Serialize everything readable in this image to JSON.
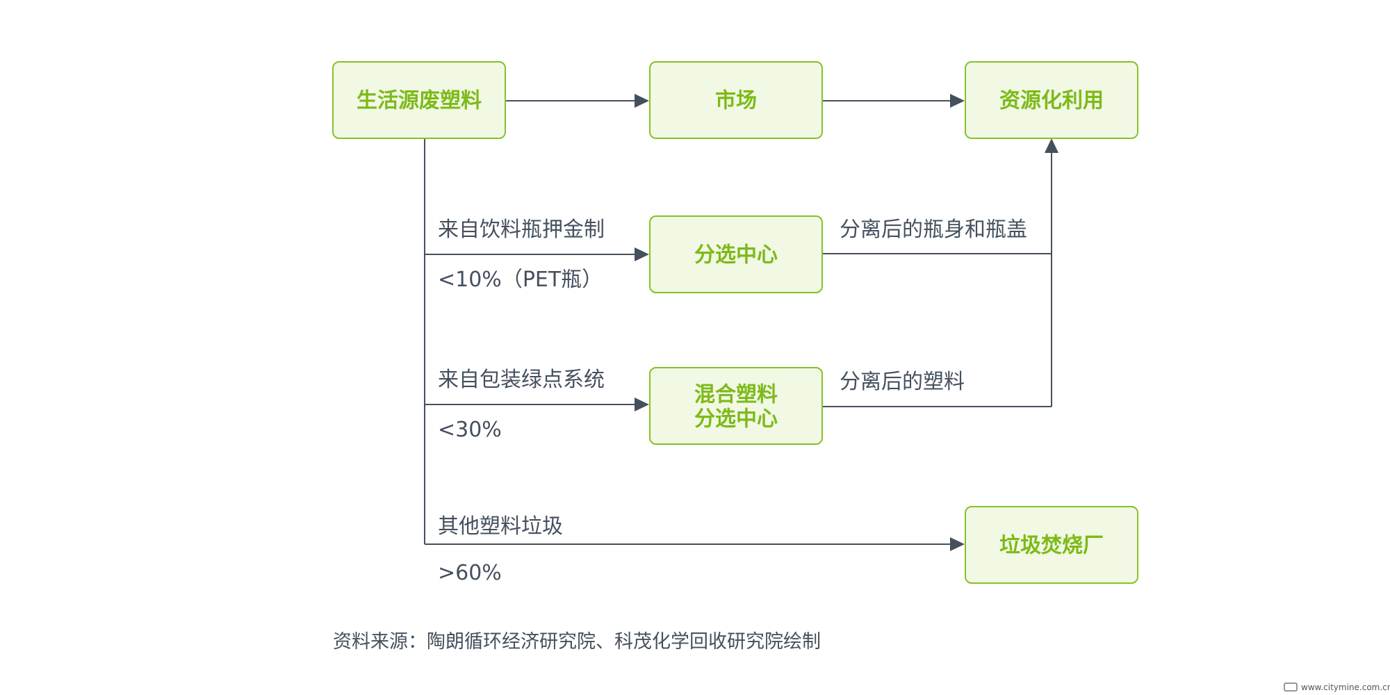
{
  "nodes": {
    "household_plastic_waste": "生活源废塑料",
    "market": "市场",
    "resource_utilization": "资源化利用",
    "sorting_center": "分选中心",
    "mixed_plastic_sorting_center": [
      "混合塑料",
      "分选中心"
    ],
    "incineration_plant": "垃圾焚烧厂"
  },
  "edges": {
    "bottle_deposit": {
      "label": "来自饮料瓶押金制",
      "share": "<10%（PET瓶）"
    },
    "green_dot": {
      "label": "来自包装绿点系统",
      "share": "<30%"
    },
    "other_waste": {
      "label": "其他塑料垃圾",
      "share": ">60%"
    },
    "separated_bottles": {
      "label": "分离后的瓶身和瓶盖"
    },
    "separated_plastics": {
      "label": "分离后的塑料"
    }
  },
  "source": "资料来源：陶朗循环经济研究院、科茂化学回收研究院绘制",
  "watermark": "www.citymine.com.cn",
  "colors": {
    "node_fill": "#f1f8e4",
    "node_border": "#86c127",
    "node_text": "#7dba18",
    "line": "#45505e",
    "text": "#45505e"
  }
}
